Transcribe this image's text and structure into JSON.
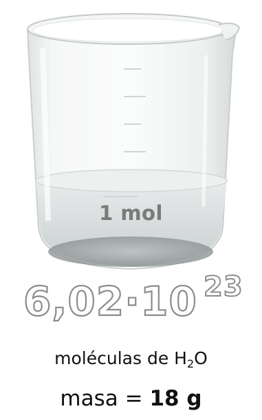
{
  "beaker": {
    "label": "1 mol"
  },
  "avogadro": {
    "mantissa": "6,02·10",
    "exponent": "23"
  },
  "molecules": {
    "prefix": "moléculas de H",
    "subscript": "2",
    "suffix": "O"
  },
  "mass": {
    "prefix": "masa = ",
    "value": "18 g"
  },
  "colors": {
    "outline": "#8c8c8c",
    "text": "#111111",
    "label": "#7a7a7a"
  }
}
